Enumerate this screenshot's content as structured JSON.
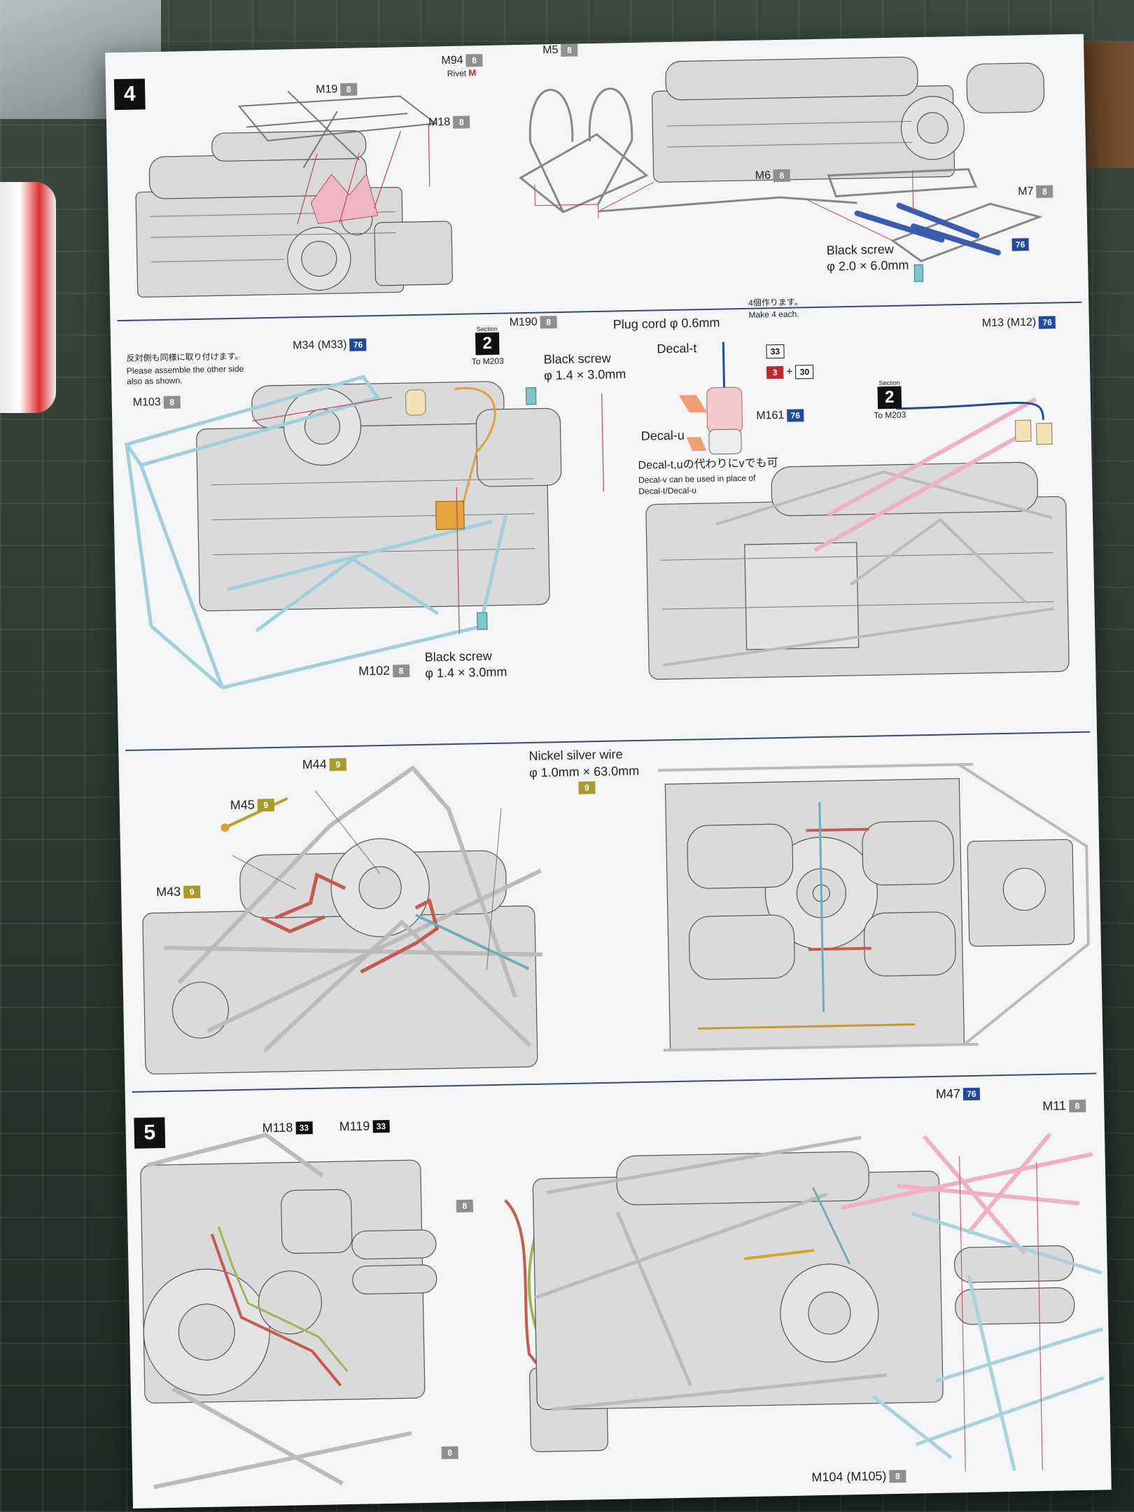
{
  "steps": {
    "step4": "4",
    "step5": "5"
  },
  "step4_top": {
    "m19": {
      "part": "M19",
      "num": "8"
    },
    "m94": {
      "part": "M94",
      "num": "8"
    },
    "rivet": {
      "text": "Rivet",
      "suffix": "M"
    },
    "m18": {
      "part": "M18",
      "num": "8"
    },
    "m5": {
      "part": "M5",
      "num": "8"
    },
    "m6": {
      "part": "M6",
      "num": "8"
    },
    "m7": {
      "part": "M7",
      "num": "8"
    },
    "screw": {
      "name": "Black screw",
      "size": "φ 2.0 × 6.0mm"
    },
    "screw_num": "76"
  },
  "step4_mid": {
    "note_jp": "反対側も同様に取り付けます。",
    "note_en1": "Please assemble the other side",
    "note_en2": "also as shown.",
    "m34": {
      "part": "M34 (M33)",
      "num": "76"
    },
    "m103": {
      "part": "M103",
      "num": "8"
    },
    "section_a": {
      "caption": "Section",
      "num": "2",
      "to": "To M203"
    },
    "m190": {
      "part": "M190",
      "num": "8"
    },
    "screw1": {
      "name": "Black screw",
      "size": "φ 1.4 × 3.0mm"
    },
    "plug": "Plug cord  φ 0.6mm",
    "make_jp": "4個作ります。",
    "make_en": "Make 4 each.",
    "decal_t": "Decal-t",
    "decal_u": "Decal-u",
    "n33": "33",
    "n3": "3",
    "plus": "+",
    "n30": "30",
    "m161": {
      "part": "M161",
      "num": "76"
    },
    "decal_note_jp": "Decal-t,uの代わりにvでも可",
    "decal_note_en1": "Decal-v can be used in place of",
    "decal_note_en2": "Decal-t/Decal-u",
    "m13": {
      "part": "M13 (M12)",
      "num": "76"
    },
    "section_b": {
      "caption": "Section",
      "num": "2",
      "to": "To M203"
    },
    "m102": {
      "part": "M102",
      "num": "8"
    },
    "screw2": {
      "name": "Black screw",
      "size": "φ 1.4 × 3.0mm"
    }
  },
  "step4_low": {
    "m44": {
      "part": "M44",
      "num": "9"
    },
    "m45": {
      "part": "M45",
      "num": "9"
    },
    "m43": {
      "part": "M43",
      "num": "9"
    },
    "wire": {
      "name": "Nickel silver wire",
      "size": "φ 1.0mm × 63.0mm",
      "num": "9"
    }
  },
  "step5": {
    "m118": {
      "part": "M118",
      "num": "33"
    },
    "m119": {
      "part": "M119",
      "num": "33"
    },
    "n8a": "8",
    "n8b": "8",
    "m47": {
      "part": "M47",
      "num": "76"
    },
    "m11": {
      "part": "M11",
      "num": "8"
    },
    "m104": {
      "part": "M104 (M105)",
      "num": "8"
    }
  }
}
